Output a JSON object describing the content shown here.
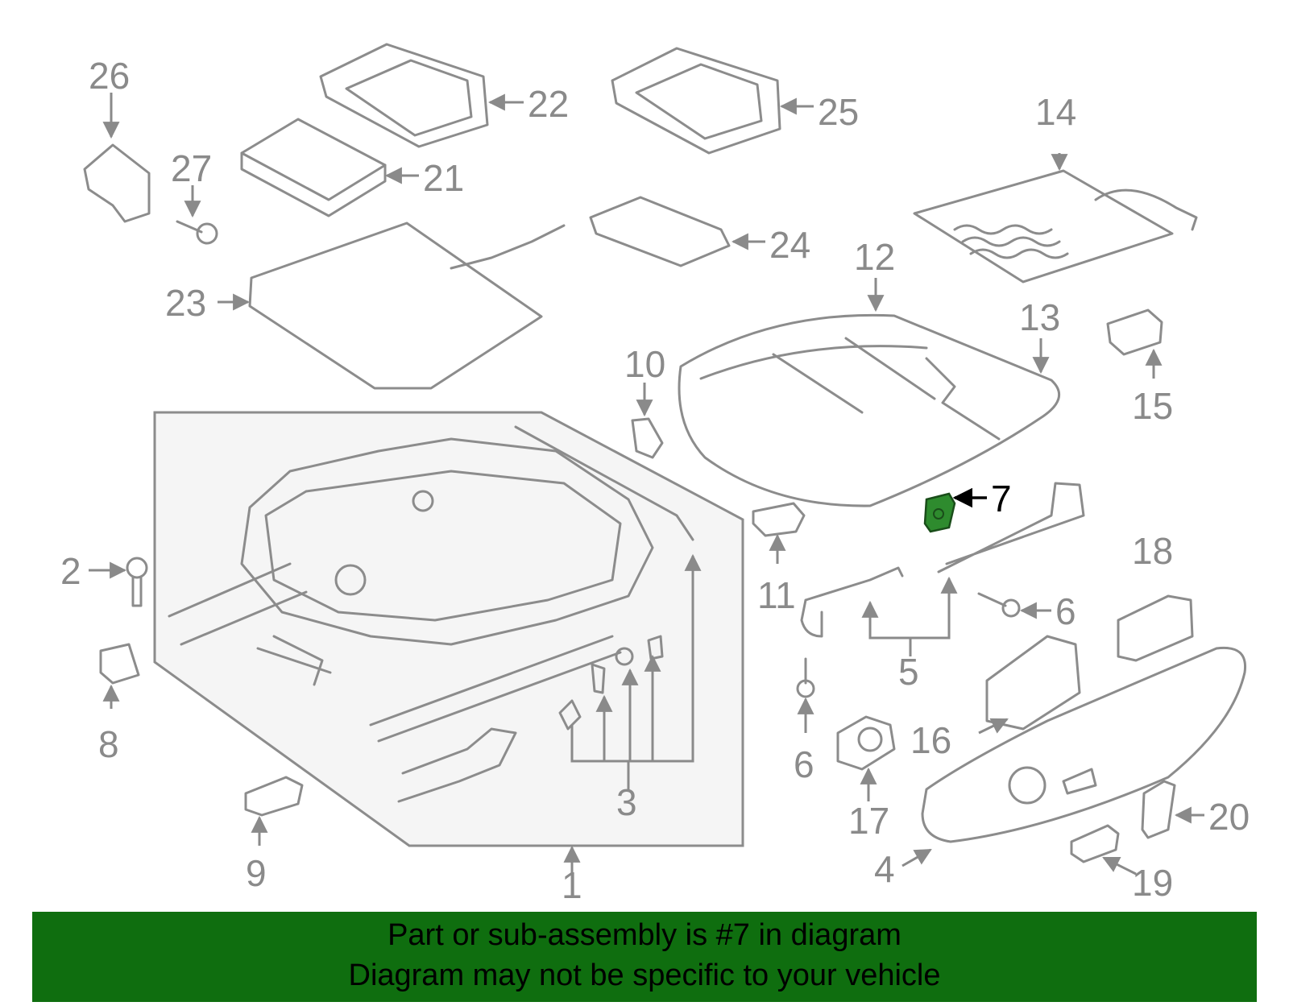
{
  "diagram": {
    "highlight_color": "#0f6e0f",
    "line_color": "#8c8c8c",
    "highlighted_part": "7",
    "callouts": {
      "c1": "1",
      "c2": "2",
      "c3": "3",
      "c4": "4",
      "c5": "5",
      "c6a": "6",
      "c6b": "6",
      "c7": "7",
      "c8": "8",
      "c9": "9",
      "c10": "10",
      "c11": "11",
      "c12": "12",
      "c13": "13",
      "c14": "14",
      "c15": "15",
      "c16": "16",
      "c17": "17",
      "c18": "18",
      "c19": "19",
      "c20": "20",
      "c21": "21",
      "c22": "22",
      "c23": "23",
      "c24": "24",
      "c25": "25",
      "c26": "26",
      "c27": "27"
    }
  },
  "banner": {
    "line1": "Part or sub-assembly is #7 in diagram",
    "line2": "Diagram may not be specific to your vehicle",
    "background": "#0f6e0f"
  }
}
